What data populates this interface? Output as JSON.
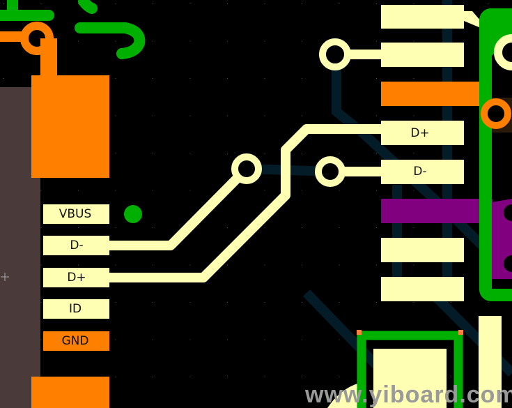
{
  "connector_pins": [
    "VBUS",
    "D-",
    "D+",
    "ID",
    "GND"
  ],
  "ic_pins": {
    "dplus": "D+",
    "dminus": "D-"
  },
  "watermark": "www.yiboard.com",
  "colors": {
    "background": "#000000",
    "top_copper": "#ffffb4",
    "pad_orange": "#ff8000",
    "silkscreen_green": "#00b000",
    "inner_layer": "#041c28",
    "purple": "#800080",
    "connector_body": "#4a3a3a"
  }
}
